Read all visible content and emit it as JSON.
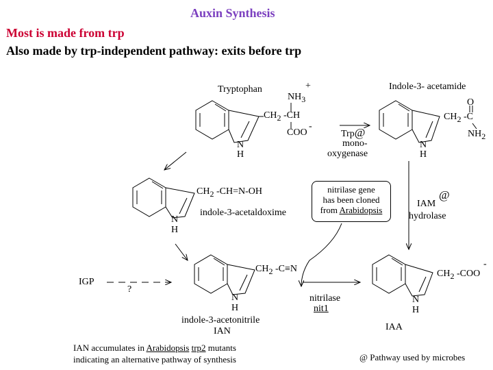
{
  "header": {
    "title": "Auxin Synthesis",
    "line1": "Most is made from trp",
    "line2": "Also made by trp-independent pathway: exits before trp"
  },
  "tryptophan": {
    "name": "Tryptophan",
    "nh3": "NH",
    "nh3_sub": "3",
    "plus": "+",
    "ch2ch": "CH",
    "ch2ch_sub": "2",
    "ch2ch_tail": " -CH",
    "coo": "COO",
    "minus": "-",
    "n": "N",
    "h": "H"
  },
  "trp_monooxygenase": {
    "enzyme": "Trp",
    "at": "@",
    "line2": "mono-",
    "line3": "oxygenase"
  },
  "indole_acetamide": {
    "name": "Indole-3- acetamide",
    "o": "O",
    "ch2c": "CH",
    "ch2c_sub": "2",
    "ch2c_tail": " -C",
    "nh2": "NH",
    "nh2_sub": "2",
    "n": "N",
    "h": "H"
  },
  "acetaldoxime": {
    "chain": "CH",
    "chain_sub": "2",
    "chain_tail": " -CH=N-OH",
    "name": "indole-3-acetaldoxime",
    "n": "N",
    "h": "H"
  },
  "nitrilase_callout": {
    "line1": "nitrilase gene",
    "line2": "has been cloned",
    "line3_pre": "from ",
    "line3_ul": "Arabidopsis"
  },
  "iam_hydrolase": {
    "iam": "IAM",
    "at": "@",
    "hydrolase": "hydrolase"
  },
  "ian": {
    "chain": "CH",
    "chain_sub": "2",
    "chain_tail": " -C≡N",
    "name": "indole-3-acetonitrile",
    "abbr": "IAN",
    "n": "N",
    "h": "H"
  },
  "igp": {
    "label": "IGP",
    "question": "?"
  },
  "nitrilase": {
    "line1": "nitrilase",
    "line2": "nit1"
  },
  "iaa": {
    "chain": "CH",
    "chain_sub": "2",
    "chain_tail": " -COO",
    "minus": "-",
    "name": "IAA",
    "n": "N",
    "h": "H"
  },
  "note": {
    "line1_pre": "IAN accumulates in ",
    "line1_ul1": "Arabidopsis",
    "line1_mid": " ",
    "line1_ul2": "trp2",
    "line1_post": " mutants",
    "line2": "indicating an alternative pathway of synthesis"
  },
  "legend": {
    "text": "@ Pathway used by microbes"
  }
}
